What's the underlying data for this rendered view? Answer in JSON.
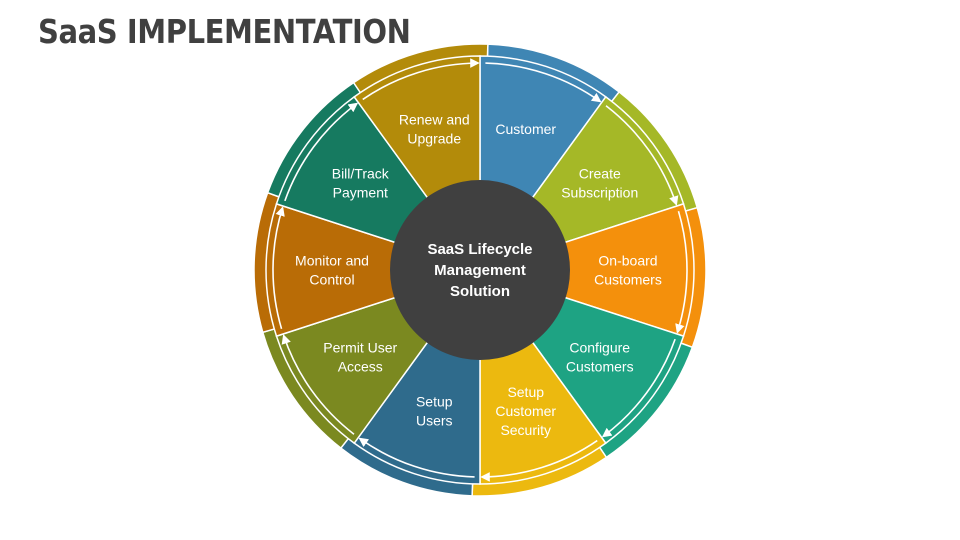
{
  "slide": {
    "title": "SaaS IMPLEMENTATION"
  },
  "diagram": {
    "center": {
      "lines": [
        "SaaS Lifecycle",
        "Management",
        "Solution"
      ],
      "color": "#404040"
    },
    "segments": [
      {
        "lines": [
          "Customer"
        ],
        "color": "#3f86b4"
      },
      {
        "lines": [
          "Create",
          "Subscription"
        ],
        "color": "#a5b827"
      },
      {
        "lines": [
          "On-board",
          "Customers"
        ],
        "color": "#f4900c"
      },
      {
        "lines": [
          "Configure",
          "Customers"
        ],
        "color": "#1ea383"
      },
      {
        "lines": [
          "Setup",
          "Customer",
          "Security"
        ],
        "color": "#ecb90f"
      },
      {
        "lines": [
          "Setup",
          "Users"
        ],
        "color": "#2f6b8c"
      },
      {
        "lines": [
          "Permit User",
          "Access"
        ],
        "color": "#7b8920"
      },
      {
        "lines": [
          "Monitor and",
          "Control"
        ],
        "color": "#b96c06"
      },
      {
        "lines": [
          "Bill/Track",
          "Payment"
        ],
        "color": "#167a60"
      },
      {
        "lines": [
          "Renew and",
          "Upgrade"
        ],
        "color": "#b38b0a"
      }
    ]
  }
}
